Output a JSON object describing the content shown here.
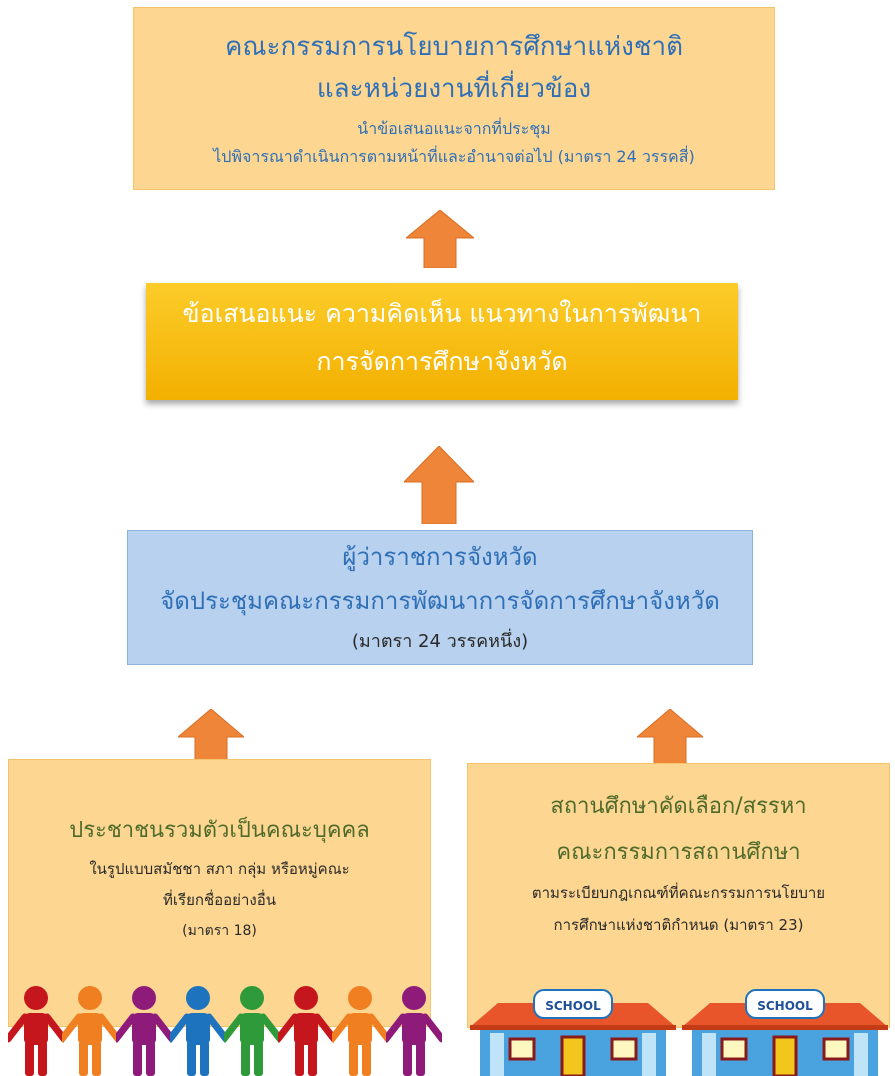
{
  "top_box": {
    "title_line1": "คณะกรรมการนโยบายการศึกษาแห่งชาติ",
    "title_line2": "และหน่วยงานที่เกี่ยวข้อง",
    "sub_line1": "นำข้อเสนอแนะจากที่ประชุม",
    "sub_line2": "ไปพิจารณาดำเนินการตามหน้าที่และอำนาจต่อไป (มาตรา 24 วรรคสี่)"
  },
  "proposal_box": {
    "line1": "ข้อเสนอแนะ ความคิดเห็น แนวทางในการพัฒนา",
    "line2": "การจัดการศึกษาจังหวัด"
  },
  "governor_box": {
    "line1": "ผู้ว่าราชการจังหวัด",
    "line2": "จัดประชุมคณะกรรมการพัฒนาการจัดการศึกษาจังหวัด",
    "line3": "(มาตรา 24 วรรคหนึ่ง)"
  },
  "people_box": {
    "title": "ประชาชนรวมตัวเป็นคณะบุคคล",
    "line1": "ในรูปแบบสมัชชา สภา กลุ่ม หรือหมู่คณะ",
    "line2": "ที่เรียกชื่ออย่างอื่น",
    "line3": "(มาตรา 18)"
  },
  "school_box": {
    "title_line1": "สถานศึกษาคัดเลือก/สรรหา",
    "title_line2": "คณะกรรมการสถานศึกษา",
    "line1": "ตามระเบียบกฎเกณฑ์ที่คณะกรรมการนโยบาย",
    "line2": "การศึกษาแห่งชาติกำหนด (มาตรา 23)"
  },
  "school_sign": "SCHOOL",
  "colors": {
    "arrow": "#ef8539",
    "orange_box": "#fdd792",
    "gold_box": "#f7bd10",
    "blue_box": "#b7d1ee",
    "title_blue": "#2f6fb7"
  },
  "people_figure_colors": [
    "#c4161c",
    "#f07f22",
    "#8e1b7a",
    "#1e73be",
    "#2f9a3a",
    "#c4161c",
    "#f07f22",
    "#8e1b7a"
  ],
  "icons": [
    "arrow-up-icon",
    "person-icon",
    "school-building-icon"
  ]
}
